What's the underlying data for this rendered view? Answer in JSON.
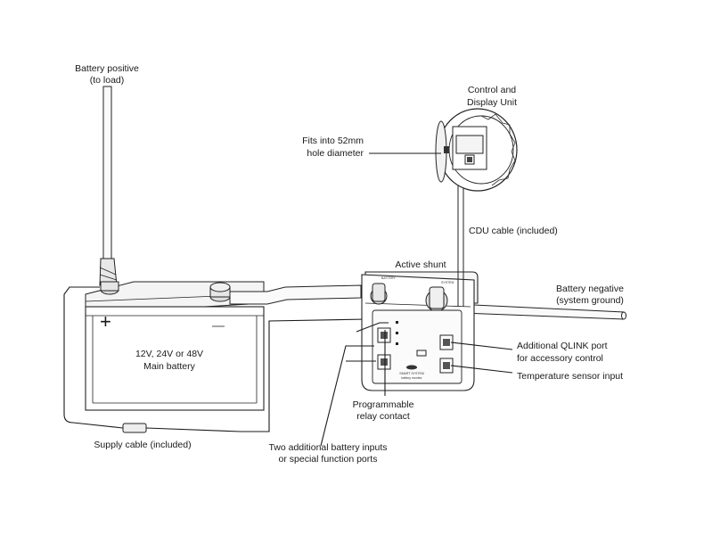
{
  "labels": {
    "battery_positive_1": "Battery positive",
    "battery_positive_2": "(to load)",
    "cdu_title_1": "Control and",
    "cdu_title_2": "Display Unit",
    "fits_1": "Fits into 52mm",
    "fits_2": "hole diameter",
    "cdu_cable": "CDU cable (included)",
    "active_shunt": "Active shunt",
    "battery_negative_1": "Battery negative",
    "battery_negative_2": "(system ground)",
    "battery_desc_1": "12V, 24V or 48V",
    "battery_desc_2": "Main battery",
    "battery_plus": "+",
    "qlink_1": "Additional QLINK port",
    "qlink_2": "for accessory control",
    "temp_sensor": "Temperature sensor input",
    "relay_1": "Programmable",
    "relay_2": "relay contact",
    "supply_cable": "Supply cable (included)",
    "two_inputs_1": "Two additional battery inputs",
    "two_inputs_2": "or special function ports"
  },
  "shunt_text": {
    "battery": "BATTERY",
    "system": "SYSTEM",
    "brand_1": "SMART SYSTEM",
    "brand_2": "battery monitor"
  }
}
